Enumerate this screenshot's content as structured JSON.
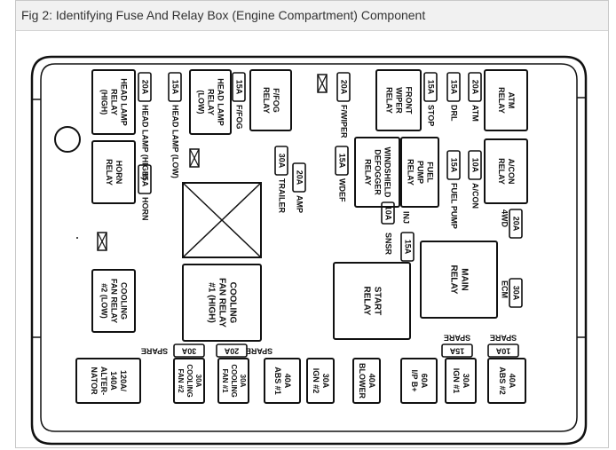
{
  "caption": "Fig 2: Identifying Fuse And Relay Box (Engine Compartment) Component",
  "relays": {
    "atm": [
      "ATM",
      "RELAY"
    ],
    "front_wiper": [
      "FRONT",
      "WIPER",
      "RELAY"
    ],
    "ffog": [
      "F/FOG",
      "RELAY"
    ],
    "head_low": [
      "HEAD LAMP",
      "RELAY",
      "(LOW)"
    ],
    "head_high": [
      "HEAD LAMP",
      "RELAY",
      "(HIGH)"
    ],
    "horn": [
      "HORN",
      "RELAY"
    ],
    "acon": [
      "A/CON",
      "RELAY"
    ],
    "fuel_pump": [
      "FUEL",
      "PUMP",
      "RELAY"
    ],
    "defogger": [
      "WINDSHIELD",
      "DEFOGGER",
      "RELAY"
    ],
    "main": [
      "MAIN",
      "RELAY"
    ],
    "start": [
      "START",
      "RELAY"
    ],
    "cool_high": [
      "COOLING",
      "FAN RELAY",
      "#1 (HIGH)"
    ],
    "cool_low": [
      "COOLING",
      "FAN RELAY",
      "#2 (LOW)"
    ]
  },
  "fuses": {
    "atm": {
      "amp": "20A",
      "name": "ATM"
    },
    "drl": {
      "amp": "15A",
      "name": "DRL"
    },
    "stop": {
      "amp": "15A",
      "name": "STOP"
    },
    "fwiper": {
      "amp": "20A",
      "name": "F/WIPER"
    },
    "ffog": {
      "amp": "15A",
      "name": "F/FOG"
    },
    "head_low": {
      "amp": "15A",
      "name": "HEAD LAMP (LOW)"
    },
    "head_high": {
      "amp": "20A",
      "name": "HEAD LAMP (HIGH)"
    },
    "horn": {
      "amp": "15A",
      "name": "HORN"
    },
    "acon": {
      "amp": "10A",
      "name": "A/CON"
    },
    "fuel_pump": {
      "amp": "15A",
      "name": "FUEL PUMP"
    },
    "trailer": {
      "amp": "30A",
      "name": "TRAILER"
    },
    "amp": {
      "amp": "20A",
      "name": "AMP"
    },
    "wdef": {
      "amp": "15A",
      "name": "WDEF"
    },
    "inj": {
      "amp": "10A",
      "name": "INJ"
    },
    "sensor": {
      "amp": "15A",
      "name": "SNSR"
    },
    "fourwd": {
      "amp": "20A",
      "name": "4WD"
    },
    "ecm": {
      "amp": "30A",
      "name": "ECM"
    },
    "spare30": {
      "amp": "30A",
      "name": "SPARE"
    },
    "spare20": {
      "amp": "20A",
      "name": "SPARE"
    },
    "spare15": {
      "amp": "15A",
      "name": "SPARE"
    },
    "spare10": {
      "amp": "10A",
      "name": "SPARE"
    }
  },
  "maxi": {
    "alternator": [
      "120A/",
      "140A",
      "ALTER-",
      "NATOR"
    ],
    "cool2": [
      "30A",
      "COOLING",
      "FAN #2"
    ],
    "cool1": [
      "30A",
      "COOLING",
      "FAN #1"
    ],
    "abs1": [
      "40A",
      "ABS #1"
    ],
    "ign2": [
      "30A",
      "IGN #2"
    ],
    "blower": [
      "40A",
      "BLOWER"
    ],
    "ipb": [
      "60A",
      "I/P B+"
    ],
    "ign1": [
      "30A",
      "IGN #1"
    ],
    "abs2": [
      "40A",
      "ABS #2"
    ]
  }
}
